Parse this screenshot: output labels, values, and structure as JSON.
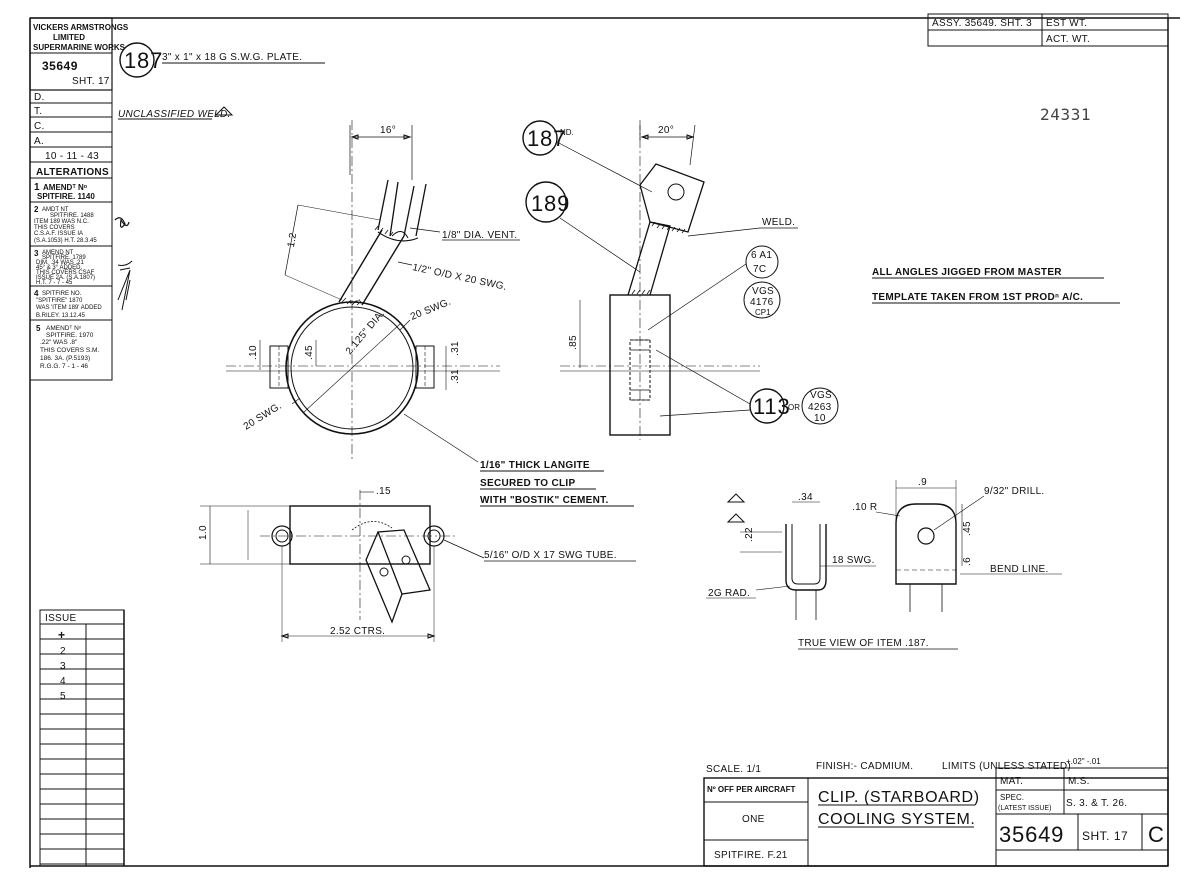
{
  "drawing_number_box": {
    "company": [
      "VICKERS ARMSTRONGS",
      "LIMITED",
      "SUPERMARINE WORKS"
    ],
    "number": "35649",
    "sheet": "SHT. 17",
    "fields": [
      {
        "key": "D.",
        "value": ""
      },
      {
        "key": "T.",
        "value": ""
      },
      {
        "key": "C.",
        "value": ""
      },
      {
        "key": "A.",
        "value": ""
      }
    ],
    "date": "10 - 11 - 43"
  },
  "alterations": {
    "title": "ALTERATIONS",
    "entries": [
      {
        "num": "1",
        "lines": [
          "AMENDᵀ Nᵒ",
          "SPITFIRE. 1140"
        ]
      },
      {
        "num": "2",
        "lines": [
          "AMDT NT",
          "SPITFIRE. 1488",
          "ITEM 189 WAS N.C.",
          "THIS COVERS",
          "C.S.A.F. ISSUE IA",
          "(S.A.1053) H.T. 28.3.45"
        ]
      },
      {
        "num": "3",
        "lines": [
          "AMEND NT",
          "SPITFIRE. 1789",
          "DIM. .34 WAS .21",
          "45° & 3° ADDED.",
          "THIS COVERS CSAF",
          "ISSUE 2A. (S.A.1807)",
          "H.T. 7 - 7 - 45"
        ]
      },
      {
        "num": "4",
        "lines": [
          "SPITFIRE NO.",
          "\"SPITFIRE\" 1870",
          "WAS 'ITEM 189' ADDED",
          "B.RILEY. 13.12.45"
        ]
      },
      {
        "num": "5",
        "lines": [
          "AMENDᵀ Nᵒ",
          "SPITFIRE. 1970",
          ".22\" WAS .8\"",
          "THIS COVERS S.M.",
          "186. 3A. (P.5193)",
          "R.G.G. 7 - 1 - 46"
        ]
      }
    ]
  },
  "issue": {
    "title": "ISSUE",
    "entries": [
      "+",
      "2",
      "3",
      "4",
      "5"
    ]
  },
  "top_right": {
    "assy": "ASSY. 35649. SHT. 3",
    "est": "EST WT.",
    "act": "ACT. WT."
  },
  "stamp_number": "24331",
  "item_187_heading": {
    "item": "187",
    "desc": "3\" x 1\" x 18 G S.W.G. PLATE."
  },
  "weld_note": "UNCLASSIFIED WELD.",
  "notes": {
    "angles_line1": "ALL ANGLES JIGGED FROM MASTER",
    "angles_line2": "TEMPLATE TAKEN FROM 1ST PRODⁿ A/C.",
    "langite_line1": "1/16\" THICK LANGITE",
    "langite_line2": "SECURED TO CLIP",
    "langite_line3": "WITH \"BOSTIK\" CEMENT."
  },
  "front_view": {
    "angle": "16°",
    "dim_vertical": "1.2",
    "vent": "1/8\" DIA. VENT.",
    "od": "1/2\" O/D X 20 SWG.",
    "swg_right": "20 SWG.",
    "swg_left": "20 SWG.",
    "dia": "2.125\" DIA.",
    "dim_45": ".45",
    "dim_10": ".10",
    "dim_31a": ".31",
    "dim_31b": ".31"
  },
  "side_view": {
    "item_187": "187",
    "nd": "ND.",
    "item_189": "189",
    "angle": "20°",
    "weld": "WELD.",
    "spec1": [
      "6 A1",
      "7C"
    ],
    "spec2": [
      "VGS",
      "4176",
      "CP1"
    ],
    "dim_85": ".85",
    "item_113": "113",
    "or": "OR",
    "spec3": [
      "VGS",
      "4263",
      "10"
    ]
  },
  "plan_view": {
    "dim_15": ".15",
    "dim_10": "1.0",
    "tube": "5/16\" O/D X 17 SWG TUBE.",
    "ctrs": "2.52 CTRS."
  },
  "true_view": {
    "dim_34": ".34",
    "dim_22": ".22",
    "swg": "18 SWG.",
    "rad": "2G RAD.",
    "dim_9": ".9",
    "r10": ".10 R",
    "drill": "9/32\" DRILL.",
    "dim_45": ".45",
    "dim_6": ".6",
    "bend": "BEND LINE.",
    "caption": "TRUE VIEW OF ITEM .187."
  },
  "title_block": {
    "scale": "SCALE. 1/1",
    "finish": "FINISH:- CADMIUM.",
    "limits": "LIMITS (UNLESS STATED)",
    "limits_value": "+.02\" -.01",
    "no_off": "Nº OFF PER AIRCRAFT",
    "one": "ONE",
    "aircraft": "SPITFIRE. F.21",
    "title_line1": "CLIP. (STARBOARD)",
    "title_line2": "COOLING SYSTEM.",
    "mat_label": "MAT.",
    "mat_value": "M.S.",
    "spec_label1": "SPEC.",
    "spec_label2": "(LATEST ISSUE)",
    "spec_value": "S. 3. & T. 26.",
    "number": "35649",
    "sheet": "SHT. 17",
    "revision": "C"
  }
}
